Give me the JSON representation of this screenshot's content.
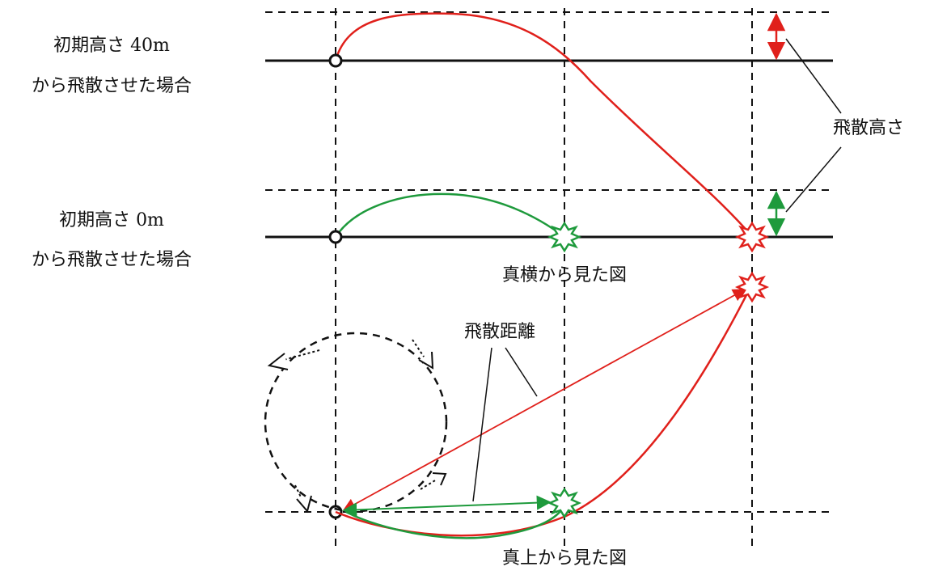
{
  "labels": {
    "case_40m_line1": "初期高さ 40m",
    "case_40m_line2": "から飛散させた場合",
    "case_0m_line1": "初期高さ 0m",
    "case_0m_line2": "から飛散させた場合",
    "scatter_height": "飛散高さ",
    "side_view": "真横から見た図",
    "scatter_distance": "飛散距離",
    "top_view": "真上から見た図"
  },
  "colors": {
    "line": "#111111",
    "trajectory_40m": "#e0201b",
    "trajectory_0m": "#1e9a3c"
  }
}
